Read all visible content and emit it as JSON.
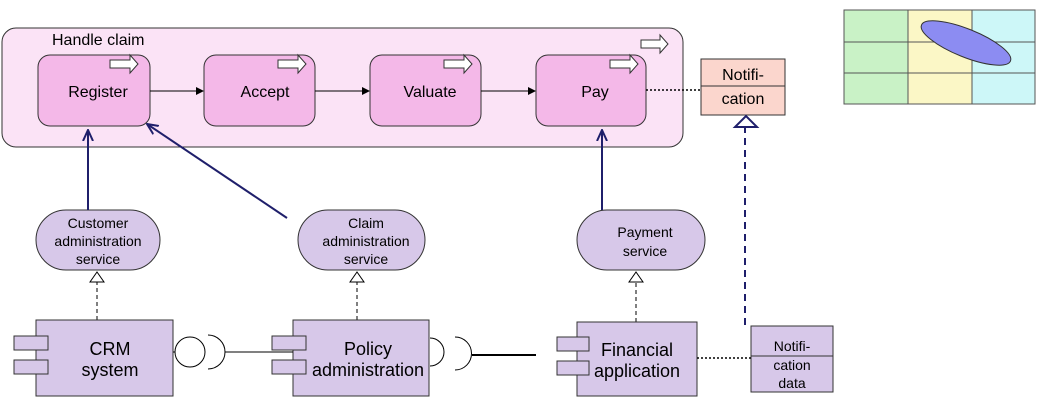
{
  "process": {
    "title": "Handle claim",
    "steps": [
      "Register",
      "Accept",
      "Valuate",
      "Pay"
    ]
  },
  "notification_event": {
    "line1": "Notifi-",
    "line2": "cation"
  },
  "services": {
    "customer": [
      "Customer",
      "administration",
      "service"
    ],
    "claim": [
      "Claim",
      "administration",
      "service"
    ],
    "payment": [
      "Payment",
      "service"
    ]
  },
  "components": {
    "crm": [
      "CRM",
      "system"
    ],
    "policy": [
      "Policy",
      "administration"
    ],
    "financial": [
      "Financial",
      "application"
    ]
  },
  "notification_data": [
    "Notifi-",
    "cation",
    "data"
  ],
  "colors": {
    "process_fill": "#fbe3f6",
    "step_fill": "#f4b8e8",
    "event_fill": "#fbd6cd",
    "app_fill": "#d7c8e9",
    "line": "#1f1f6b",
    "legend_green": "#c9f2c6",
    "legend_yellow": "#fbf7c6",
    "legend_cyan": "#cdf7f8",
    "legend_ellipse": "#8c8cf2"
  }
}
